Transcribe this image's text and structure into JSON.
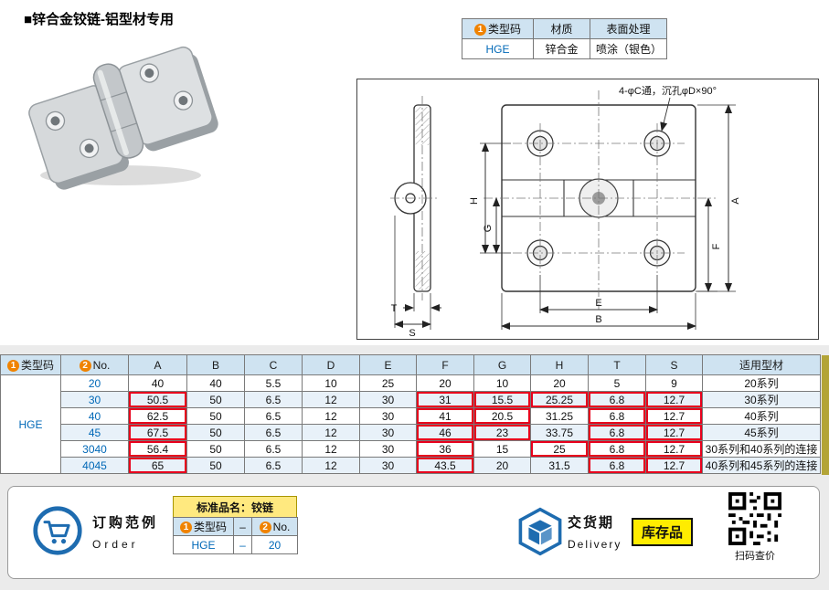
{
  "page": {
    "title": "■锌合金铰链-铝型材专用"
  },
  "badges": {
    "one": "1",
    "two": "2"
  },
  "spec_table": {
    "headers": {
      "type_code": "类型码",
      "material": "材质",
      "surface": "表面处理"
    },
    "values": {
      "type_code": "HGE",
      "material": "锌合金",
      "surface": "喷涂（银色）"
    }
  },
  "drawing": {
    "note": "4-φC通，沉孔φD×90°",
    "dims": {
      "h": "H",
      "g": "G",
      "f": "F",
      "a": "A",
      "e": "E",
      "b": "B",
      "t": "T",
      "s": "S"
    }
  },
  "main_table": {
    "headers": {
      "type_code": "类型码",
      "no": "No.",
      "cols": [
        "A",
        "B",
        "C",
        "D",
        "E",
        "F",
        "G",
        "H",
        "T",
        "S"
      ],
      "series": "适用型材"
    },
    "type_code_value": "HGE",
    "rows": [
      {
        "no": "20",
        "values": [
          "40",
          "40",
          "5.5",
          "10",
          "25",
          "20",
          "10",
          "20",
          "5",
          "9"
        ],
        "series": "20系列",
        "hl": []
      },
      {
        "no": "30",
        "values": [
          "50.5",
          "50",
          "6.5",
          "12",
          "30",
          "31",
          "15.5",
          "25.25",
          "6.8",
          "12.7"
        ],
        "series": "30系列",
        "hl": [
          0,
          5,
          6,
          7,
          8,
          9
        ]
      },
      {
        "no": "40",
        "values": [
          "62.5",
          "50",
          "6.5",
          "12",
          "30",
          "41",
          "20.5",
          "31.25",
          "6.8",
          "12.7"
        ],
        "series": "40系列",
        "hl": [
          0,
          5,
          6,
          8,
          9
        ]
      },
      {
        "no": "45",
        "values": [
          "67.5",
          "50",
          "6.5",
          "12",
          "30",
          "46",
          "23",
          "33.75",
          "6.8",
          "12.7"
        ],
        "series": "45系列",
        "hl": [
          0,
          5,
          6,
          8,
          9
        ]
      },
      {
        "no": "3040",
        "values": [
          "56.4",
          "50",
          "6.5",
          "12",
          "30",
          "36",
          "15",
          "25",
          "6.8",
          "12.7"
        ],
        "series": "30系列和40系列的连接",
        "hl": [
          0,
          5,
          7,
          8,
          9
        ]
      },
      {
        "no": "4045",
        "values": [
          "65",
          "50",
          "6.5",
          "12",
          "30",
          "43.5",
          "20",
          "31.5",
          "6.8",
          "12.7"
        ],
        "series": "40系列和45系列的连接",
        "hl": [
          0,
          5,
          8,
          9
        ]
      }
    ]
  },
  "order_example": {
    "cart_label": "订购范例",
    "cart_sub": "Order",
    "standard_name_label": "标准品名：铰链",
    "table": {
      "col1": "类型码",
      "dash": "–",
      "col2": "No.",
      "val1": "HGE",
      "val2": "20"
    }
  },
  "delivery": {
    "label": "交货期",
    "sub": "Delivery",
    "stock": "库存品",
    "qr_caption": "扫码查价"
  }
}
